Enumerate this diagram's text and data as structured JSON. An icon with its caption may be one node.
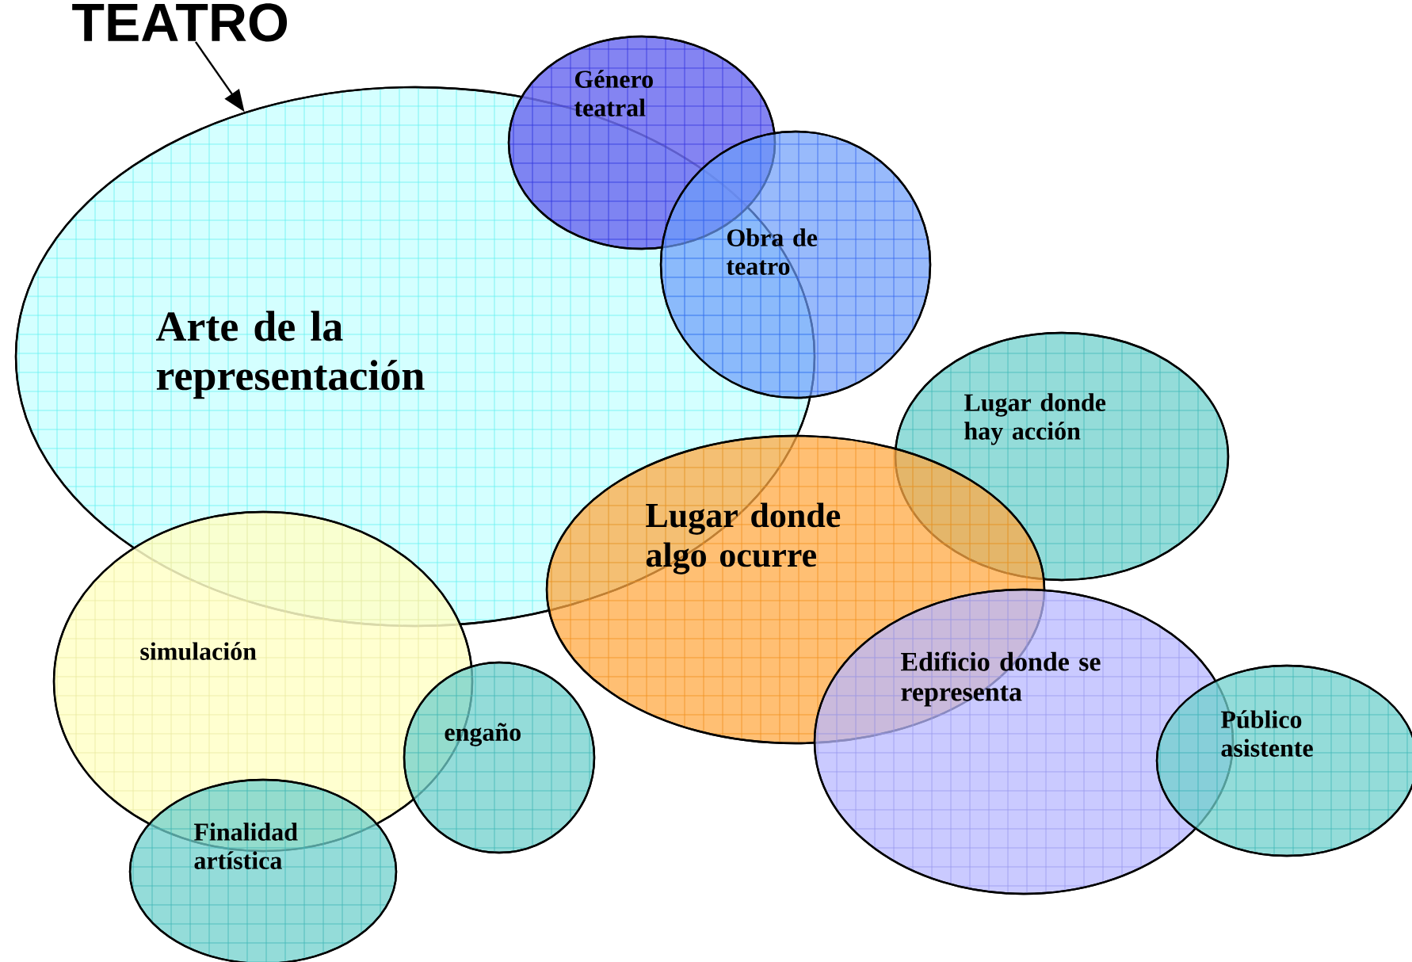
{
  "diagram": {
    "nodes": [
      {
        "text": [
          "Arte de la representación"
        ]
      },
      {
        "text": [
          "Género teatral"
        ]
      },
      {
        "text": [
          "Obra de teatro"
        ]
      },
      {
        "text": [
          "Lugar donde hay acción"
        ]
      },
      {
        "text": [
          "Lugar donde algo ocurre"
        ]
      },
      {
        "text": [
          "Edificio donde se representa"
        ]
      },
      {
        "text": [
          "Público asistente"
        ]
      },
      {
        "text": [
          "simulación"
        ]
      },
      {
        "text": [
          "engaño"
        ]
      },
      {
        "text": [
          "Finalidad artística"
        ]
      },
      {
        "text": [
          "TEATRO"
        ]
      }
    ],
    "edges": [
      {
        "from": 10,
        "to": 0,
        "arrow": "to"
      }
    ]
  }
}
